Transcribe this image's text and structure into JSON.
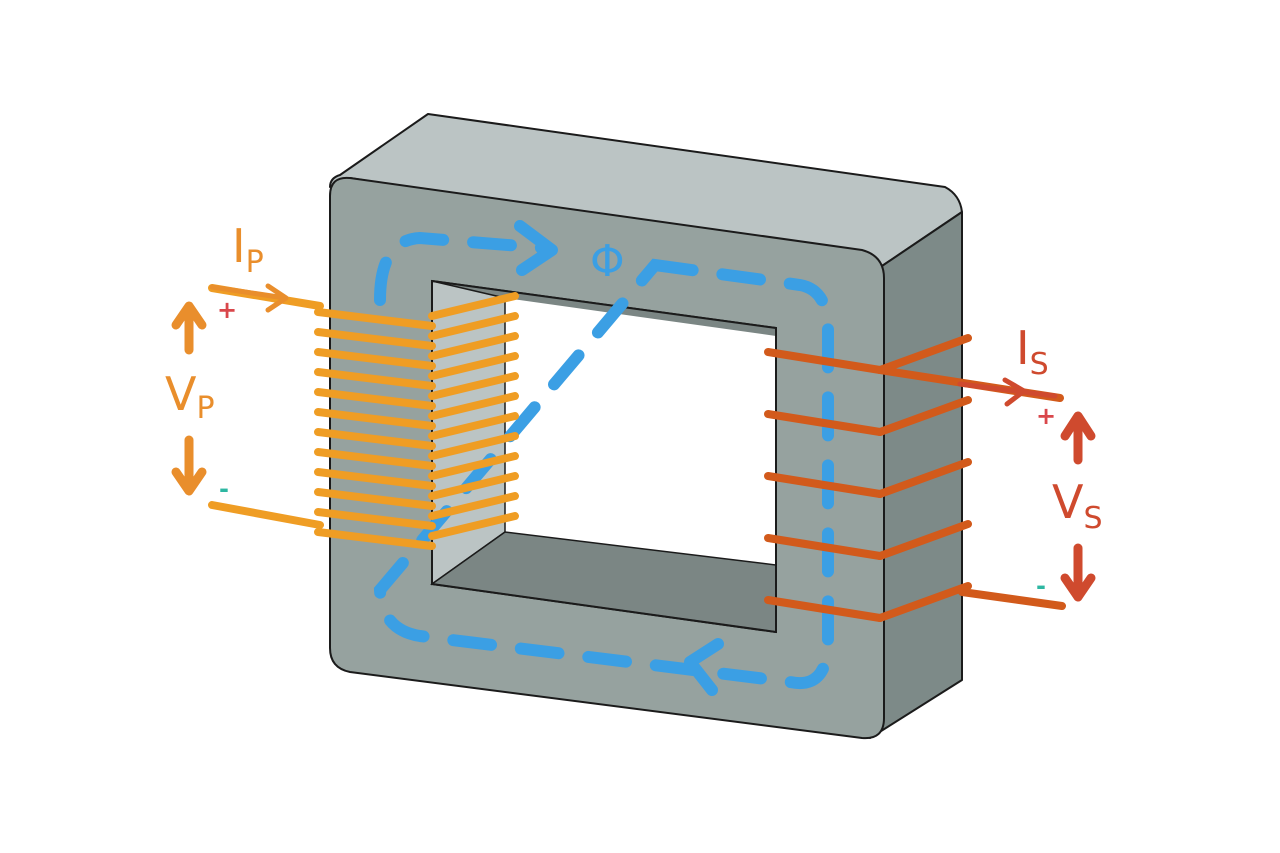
{
  "colors": {
    "core_front": "#96a29f",
    "core_top": "#bbc4c4",
    "core_side": "#7d8a88",
    "core_inner_shadow": "#7b8684",
    "core_edge": "#1b1b1b",
    "flux": "#3b9fe4",
    "primary": "#ef9d24",
    "primary_label": "#e98e2c",
    "secondary": "#d25a1b",
    "secondary_label": "#cf4a2e",
    "plus_sign": "#d9474b",
    "minus_sign": "#2db7a2"
  },
  "labels": {
    "flux_symbol": "Φ",
    "primary_current": {
      "main": "I",
      "sub": "P"
    },
    "primary_voltage": {
      "main": "V",
      "sub": "P"
    },
    "secondary_current": {
      "main": "I",
      "sub": "S"
    },
    "secondary_voltage": {
      "main": "V",
      "sub": "S"
    },
    "plus": "+",
    "minus": "-"
  },
  "windings": {
    "primary_turns": 12,
    "secondary_turns": 5
  },
  "icons": {
    "flux_direction": "clockwise-arrows",
    "primary_voltage": "up-down-arrows",
    "secondary_voltage": "up-down-arrows"
  }
}
